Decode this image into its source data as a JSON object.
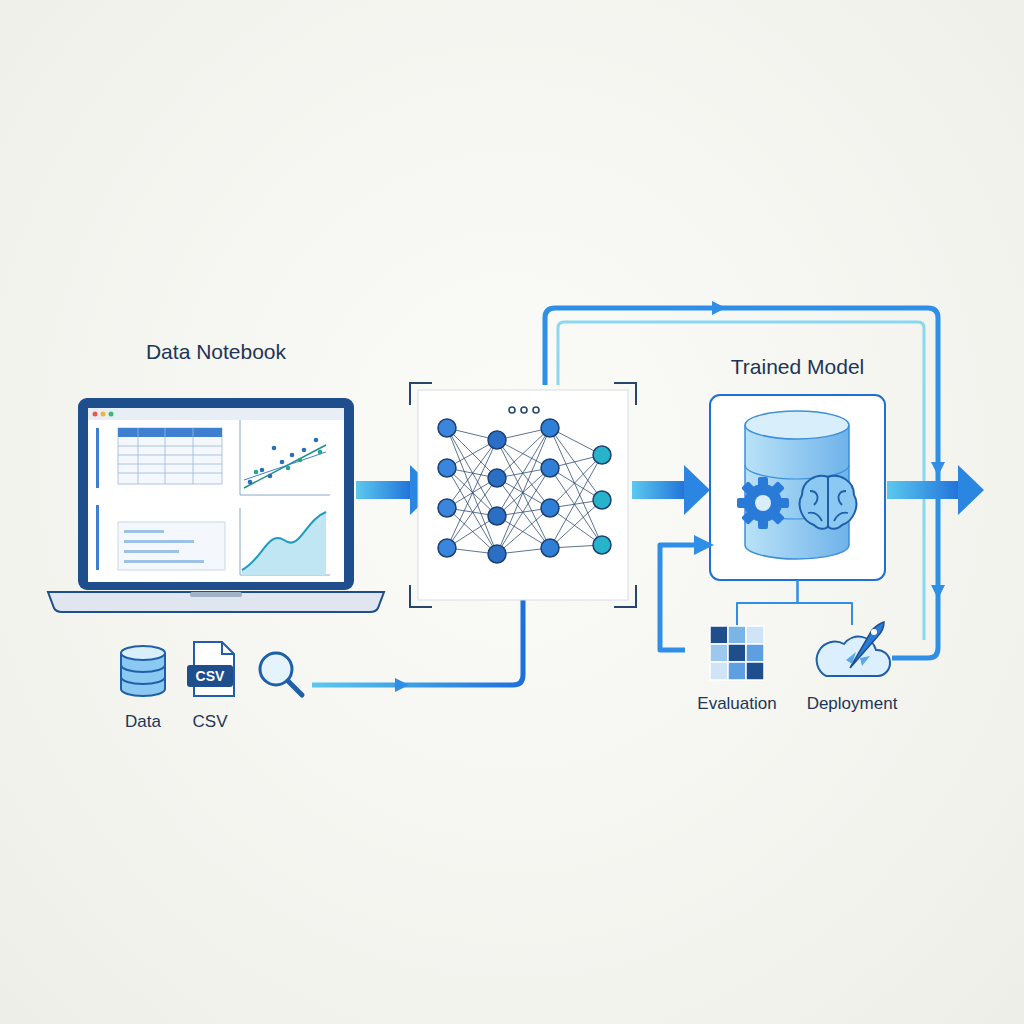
{
  "diagram": {
    "nodes": [
      {
        "text": [
          "Data Notebook"
        ]
      },
      {
        "text": [
          "Data"
        ]
      },
      {
        "text": [
          "CSV",
          "CSV"
        ]
      },
      {
        "text": [
          "Trained Model"
        ]
      },
      {
        "text": [
          "Evaluation"
        ]
      },
      {
        "text": [
          "Deployment"
        ]
      }
    ],
    "edges": [
      {
        "from": 3,
        "to": 4,
        "arrow": "none"
      },
      {
        "from": 3,
        "to": 5,
        "arrow": "none"
      },
      {
        "from": 4,
        "to": 3,
        "arrow": "to"
      }
    ]
  }
}
